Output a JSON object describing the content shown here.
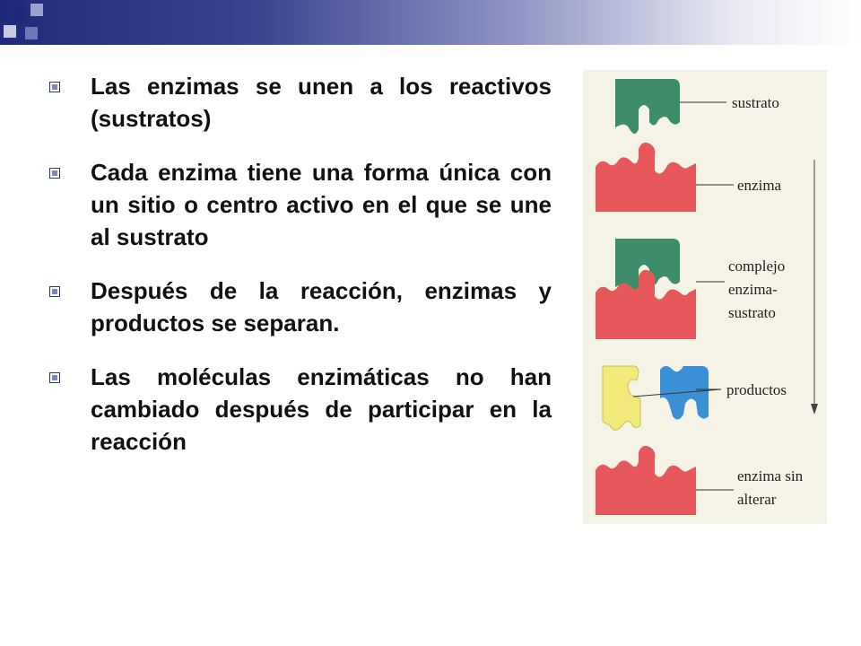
{
  "bullets": [
    {
      "text": "Las enzimas se unen a los reactivos (sustratos)"
    },
    {
      "text": "Cada enzima tiene una forma única con un sitio o centro activo en el que se une al sustrato"
    },
    {
      "text": "Después de la reacción, enzimas y productos se separan."
    },
    {
      "text": "Las moléculas enzimáticas no han cambiado después de participar en la reacción"
    }
  ],
  "figure": {
    "labels": {
      "sustrato": "sustrato",
      "enzima": "enzima",
      "complejo_1": "complejo",
      "complejo_2": "enzima-",
      "complejo_3": "sustrato",
      "productos": "productos",
      "enzima_sin_1": "enzima sin",
      "enzima_sin_2": "alterar"
    }
  },
  "colors": {
    "enzyme": "#e7585a",
    "substrate": "#3d8c6a",
    "product_yellow": "#f1ea7a",
    "product_blue": "#3b8fd4",
    "accent": "#1f2a7a"
  }
}
